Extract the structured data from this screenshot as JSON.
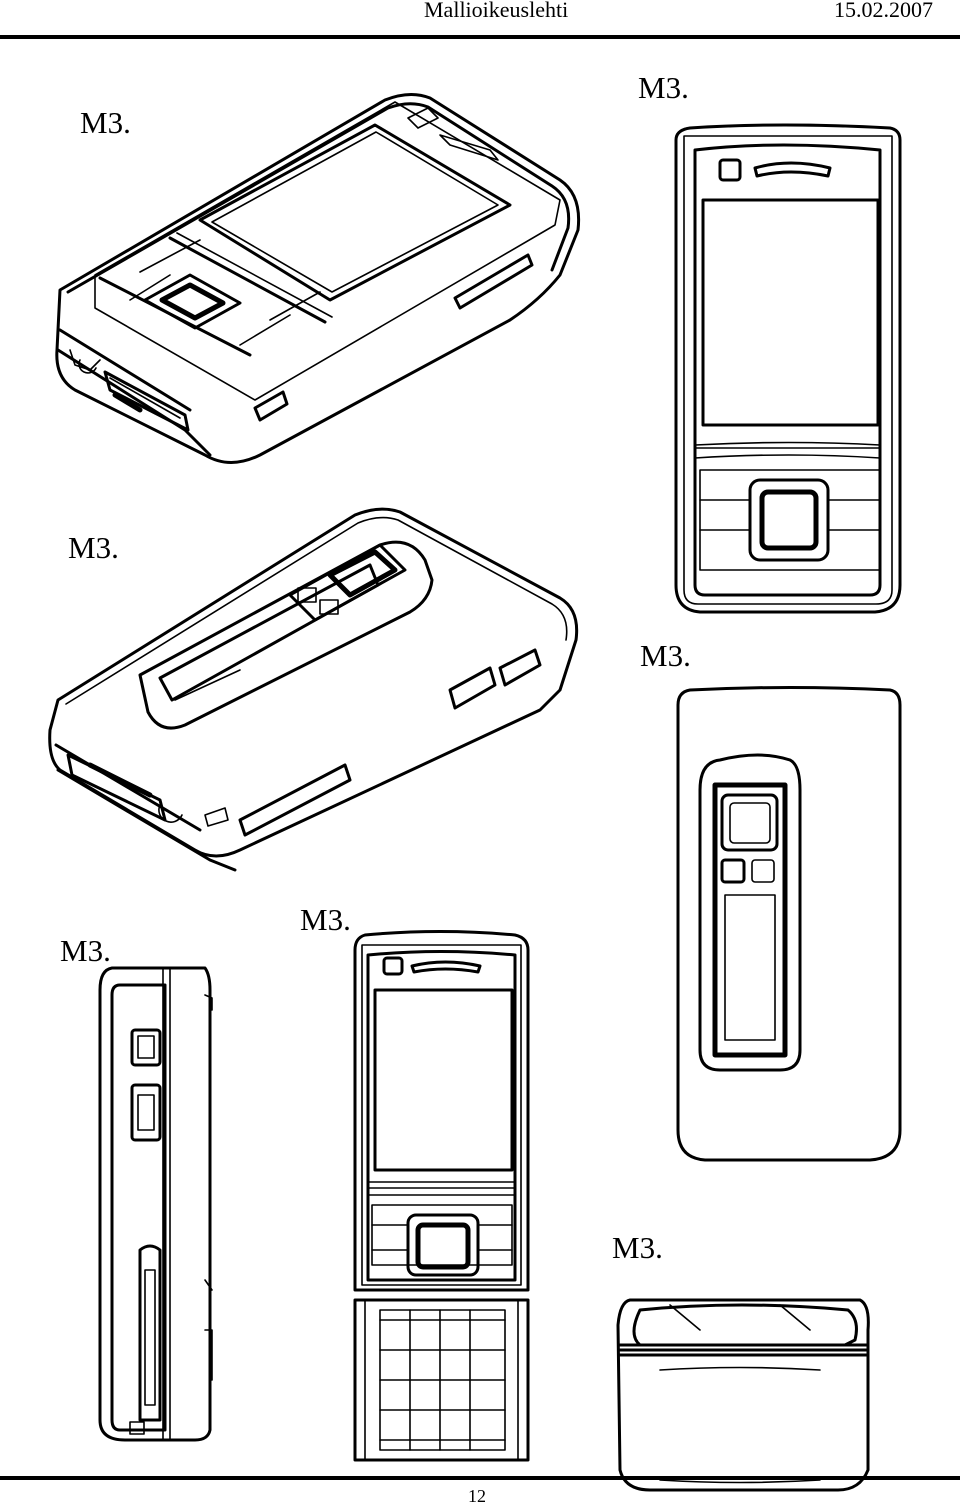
{
  "header": {
    "title": "Mallioikeuslehti",
    "date": "15.02.2007"
  },
  "figures": [
    {
      "label": "M3."
    },
    {
      "label": "M3."
    },
    {
      "label": "M3."
    },
    {
      "label": "M3."
    },
    {
      "label": "M3."
    },
    {
      "label": "M3."
    },
    {
      "label": "M3."
    }
  ],
  "footer": {
    "page_number": "12"
  }
}
